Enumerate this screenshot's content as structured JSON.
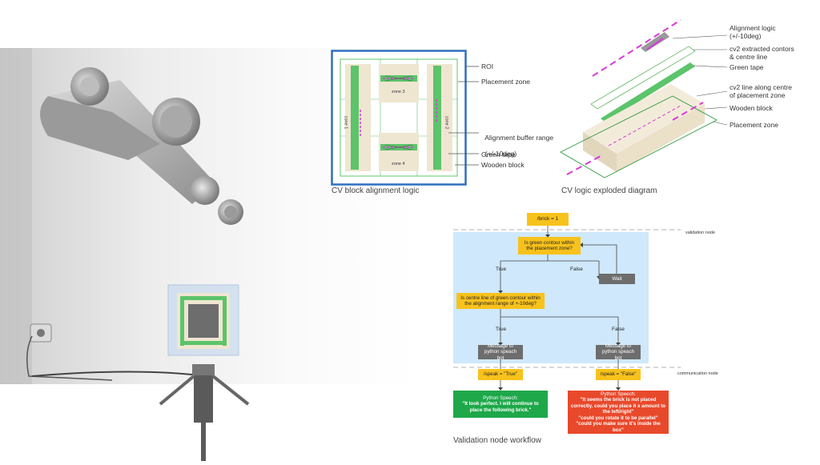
{
  "cv_block": {
    "caption": "CV block alignment logic",
    "zones": [
      "zone 1",
      "zone 2",
      "zone 3",
      "zone 4"
    ],
    "labels": {
      "roi": "ROI",
      "placement_zone": "Placement zone",
      "buffer_line1": "Alignment buffer range",
      "buffer_line2": "(+/-10deg)",
      "green_tape": "Green tape",
      "wooden_block": "Wooden block"
    }
  },
  "exploded": {
    "caption": "CV logic exploded diagram",
    "labels": {
      "alignment_logic": "Alignment logic\n(+/-10deg)",
      "cv2_contours": "cv2 extracted contors\n& centre line",
      "green_tape": "Green tape",
      "cv2_line": "cv2 line along centre\nof placement zone",
      "wooden_block": "Wooden block",
      "placement_zone": "Placement zone"
    }
  },
  "workflow": {
    "caption": "Validation node workflow",
    "validation_node": "validation node",
    "communication_node": "communication node",
    "brick": "/brick = 1",
    "q1": "Is green contour within the placement zone?",
    "q2": "Is centre line of green contour within the alignment range of +-10deg?",
    "wait": "Wait",
    "true_label": "True",
    "false_label": "False",
    "msg_true": "Message to python speach bot",
    "msg_false": "Message to python speach bot",
    "speak_true": "/speak = \"True\"",
    "speak_false": "/speak = \"False\"",
    "speech_true_title": "Python Speech:",
    "speech_true_text": "\"It look perfect. I will continue to place the following brick.\"",
    "speech_false_title": "Python Speech:",
    "speech_false_l1": "\"It seems the brick is not placed correctly. could you place it x amount to the left/right\"",
    "speech_false_l2": "\"could you rotate it to be parallel\"",
    "speech_false_l3": "\"could you make sure it's inside the box\""
  },
  "colors": {
    "green_tape": "#5cc46a",
    "wood": "#efe6d2",
    "roi": "#2f6fbf",
    "magenta": "#d63bd6",
    "validation_bg": "#cfe8fb",
    "yellow": "#f8c21c",
    "grey_node": "#6d6d6d",
    "green_node": "#1ea84a",
    "red_node": "#e8492b"
  }
}
